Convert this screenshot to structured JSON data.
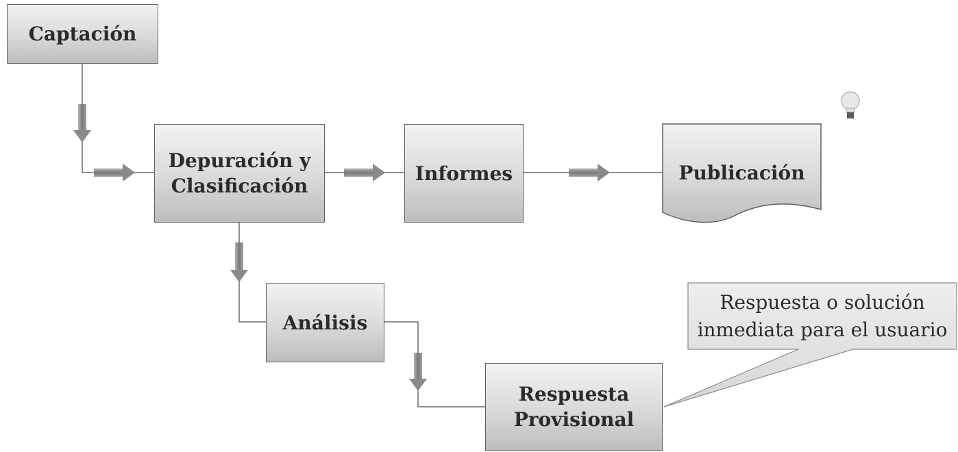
{
  "nodes": {
    "captacion": "Captación",
    "depuracion": [
      "Depuración y",
      "Clasificación"
    ],
    "informes": "Informes",
    "publicacion": "Publicación",
    "analisis": "Análisis",
    "respuesta": [
      "Respuesta",
      "Provisional"
    ]
  },
  "callout": [
    "Respuesta o solución",
    "inmediata para el usuario"
  ],
  "icons": {
    "idea": "lightbulb-icon"
  }
}
